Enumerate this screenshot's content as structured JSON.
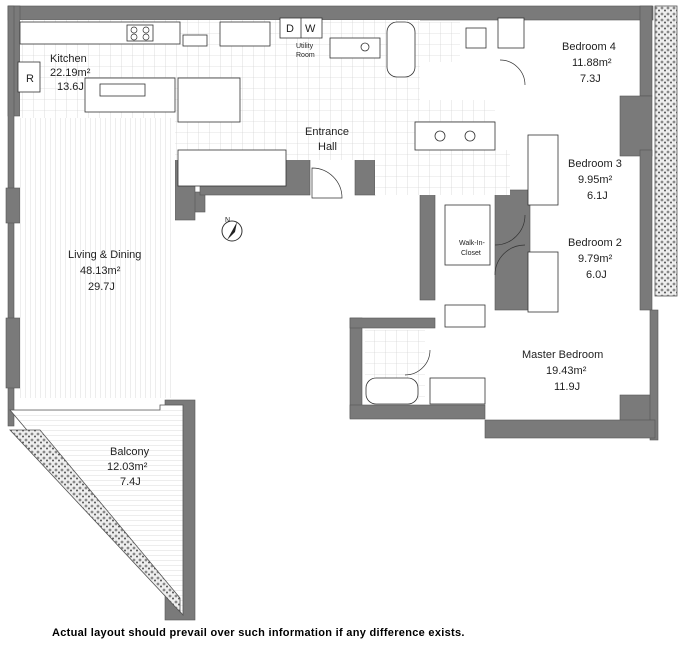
{
  "rooms": {
    "kitchen": {
      "name": "Kitchen",
      "area": "22.19m²",
      "jo": "13.6J"
    },
    "living": {
      "name": "Living & Dining",
      "area": "48.13m²",
      "jo": "29.7J"
    },
    "balcony": {
      "name": "Balcony",
      "area": "12.03m²",
      "jo": "7.4J"
    },
    "entrance": {
      "line1": "Entrance",
      "line2": "Hall"
    },
    "utility": {
      "line1": "Utility",
      "line2": "Room"
    },
    "closet": {
      "line1": "Walk-In-",
      "line2": "Closet"
    },
    "bedroom4": {
      "name": "Bedroom 4",
      "area": "11.88m²",
      "jo": "7.3J"
    },
    "bedroom3": {
      "name": "Bedroom 3",
      "area": "9.95m²",
      "jo": "6.1J"
    },
    "bedroom2": {
      "name": "Bedroom 2",
      "area": "9.79m²",
      "jo": "6.0J"
    },
    "master": {
      "name": "Master Bedroom",
      "area": "19.43m²",
      "jo": "11.9J"
    }
  },
  "appliances": {
    "dryer": "D",
    "washer": "W",
    "refrigerator": "R"
  },
  "compass": "N",
  "disclaimer": "Actual layout should prevail over such information if any difference exists."
}
